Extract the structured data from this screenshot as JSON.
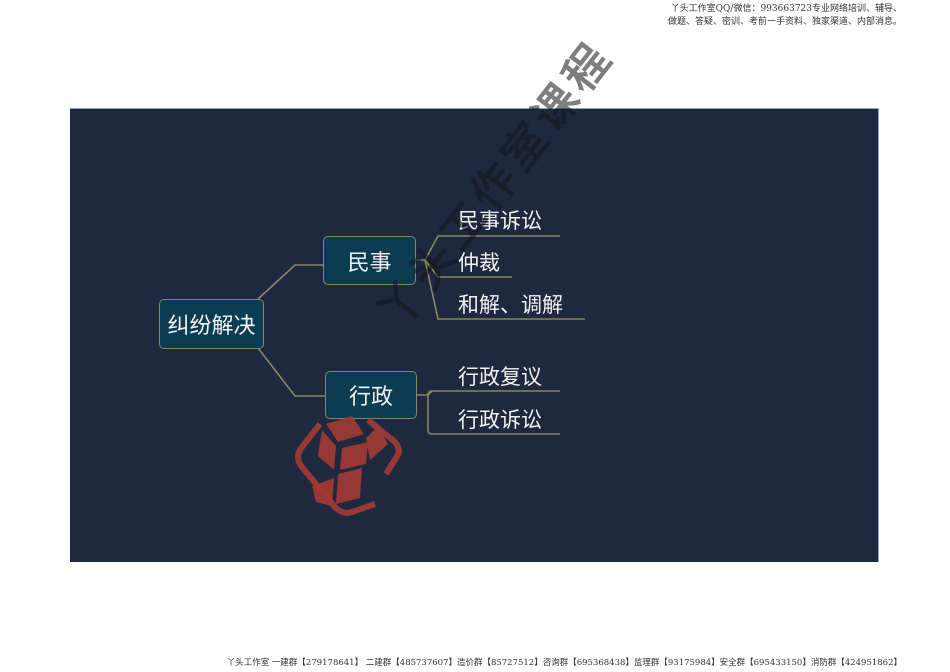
{
  "header": {
    "line1": "丫头工作室QQ/微信：993663723专业网络培训、辅导、",
    "line2": "做题、答疑、密训、考前一手资料、独家渠道、内部消息。"
  },
  "footer": {
    "text": "丫头工作室  一建群【279178641】 二建群【485737607】造价群【85727512】咨询群【695368438】监理群【93175984】安全群【695433150】消防群【424951862】"
  },
  "mindmap": {
    "root": {
      "label": "纠纷解决"
    },
    "branches": [
      {
        "label": "民事",
        "children": [
          {
            "label": "民事诉讼"
          },
          {
            "label": "仲裁"
          },
          {
            "label": "和解、调解"
          }
        ]
      },
      {
        "label": "行政",
        "children": [
          {
            "label": "行政复议"
          },
          {
            "label": "行政诉讼"
          }
        ]
      }
    ]
  },
  "watermark": {
    "text": "丫头工作室课程",
    "logo_icon": "cube-logo-icon",
    "logo_color": "#a33a32"
  },
  "colors": {
    "panel_bg": "#1e2940",
    "node_fill": "#0b3c52",
    "node_border": "#8a8566",
    "connector": "#8a8566",
    "text": "#f2f2f2"
  }
}
